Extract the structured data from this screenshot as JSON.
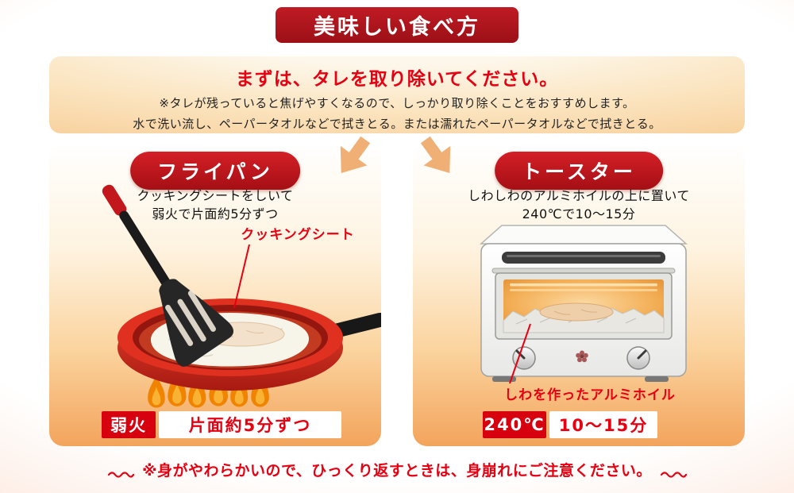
{
  "title_banner": "美味しい食べ方",
  "notice": {
    "heading": "まずは、タレを取り除いてください。",
    "line1": "※タレが残っていると焦げやすくなるので、しっかり取り除くことをおすすめします。",
    "line2": "水で洗い流し、ペーパータオルなどで拭きとる。または濡れたペーパータオルなどで拭きとる。"
  },
  "frypan": {
    "title": "フライパン",
    "description_line1": "クッキングシートをしいて",
    "description_line2": "弱火で片面約5分ずつ",
    "callout": "クッキングシート",
    "heat_badge": "弱火",
    "time_badge": "片面約5分ずつ"
  },
  "toaster": {
    "title": "トースター",
    "description_line1": "しわしわのアルミホイルの上に置いて",
    "description_line2": "240℃で10〜15分",
    "callout": "しわを作ったアルミホイル",
    "heat_badge": "240℃",
    "time_badge": "10〜15分"
  },
  "footer_note": "※身がやわらかいので、ひっくり返すときは、身崩れにご注意ください。",
  "colors": {
    "banner_red": "#b0161d",
    "accent_red": "#e60012",
    "badge_red": "#d7000f",
    "arrow_orange": "#f0b075",
    "flame_orange": "#f08300",
    "panel_gradient_bottom": "#f3a45c"
  }
}
